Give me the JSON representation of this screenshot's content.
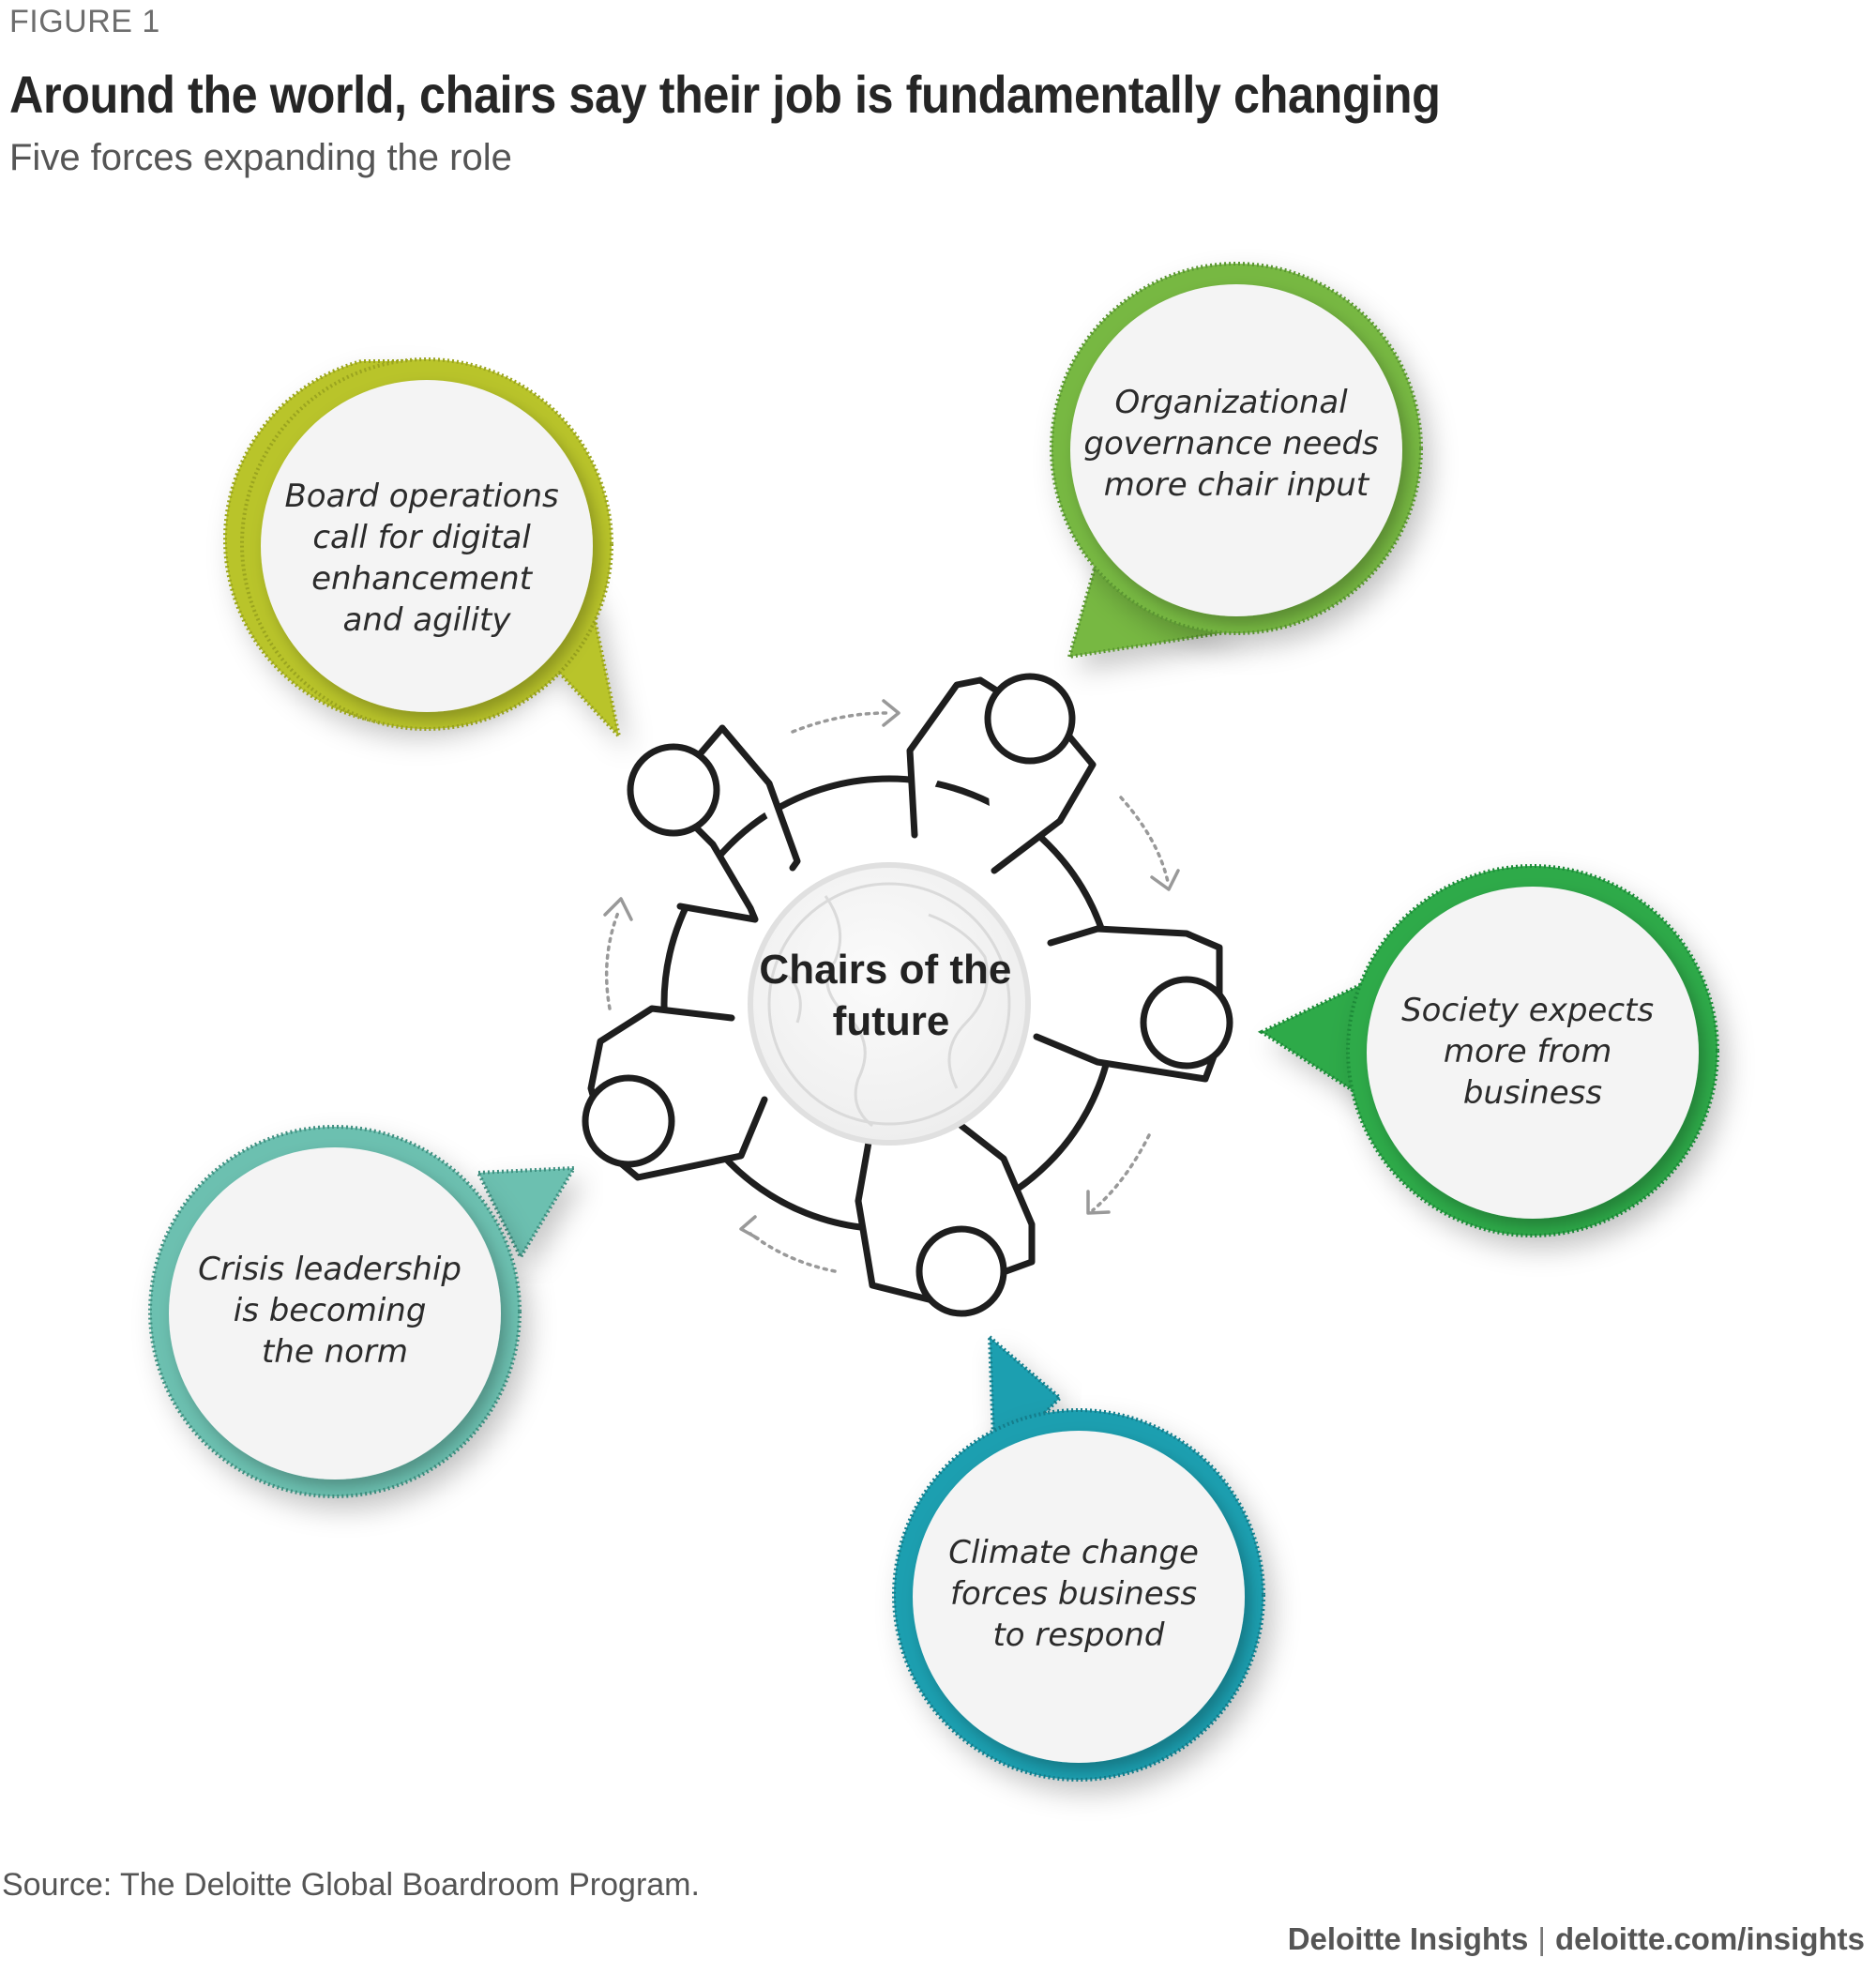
{
  "figure_label": "FIGURE 1",
  "title": "Around the world, chairs say their job is fundamentally changing",
  "subtitle": "Five forces expanding the role",
  "center": {
    "line1": "Chairs of the",
    "line2": "future"
  },
  "forces": [
    {
      "lines": [
        "Board operations",
        "call for digital",
        "enhancement",
        "and agility"
      ],
      "color": "#b9c42a",
      "color_dark": "#8f9a1c"
    },
    {
      "lines": [
        "Organizational",
        "governance needs",
        "more chair input"
      ],
      "color": "#77b843",
      "color_dark": "#5a9630"
    },
    {
      "lines": [
        "Society expects",
        "more from",
        "business"
      ],
      "color": "#2faa4a",
      "color_dark": "#1f8a38"
    },
    {
      "lines": [
        "Climate change",
        "forces business",
        "to respond"
      ],
      "color": "#1a9fb0",
      "color_dark": "#127c8a"
    },
    {
      "lines": [
        "Crisis leadership",
        "is becoming",
        "the norm"
      ],
      "color": "#6cc0b0",
      "color_dark": "#3f8f80"
    }
  ],
  "source": "Source: The Deloitte Global Boardroom Program.",
  "footer": {
    "brand": "Deloitte Insights",
    "url": "deloitte.com/insights"
  }
}
